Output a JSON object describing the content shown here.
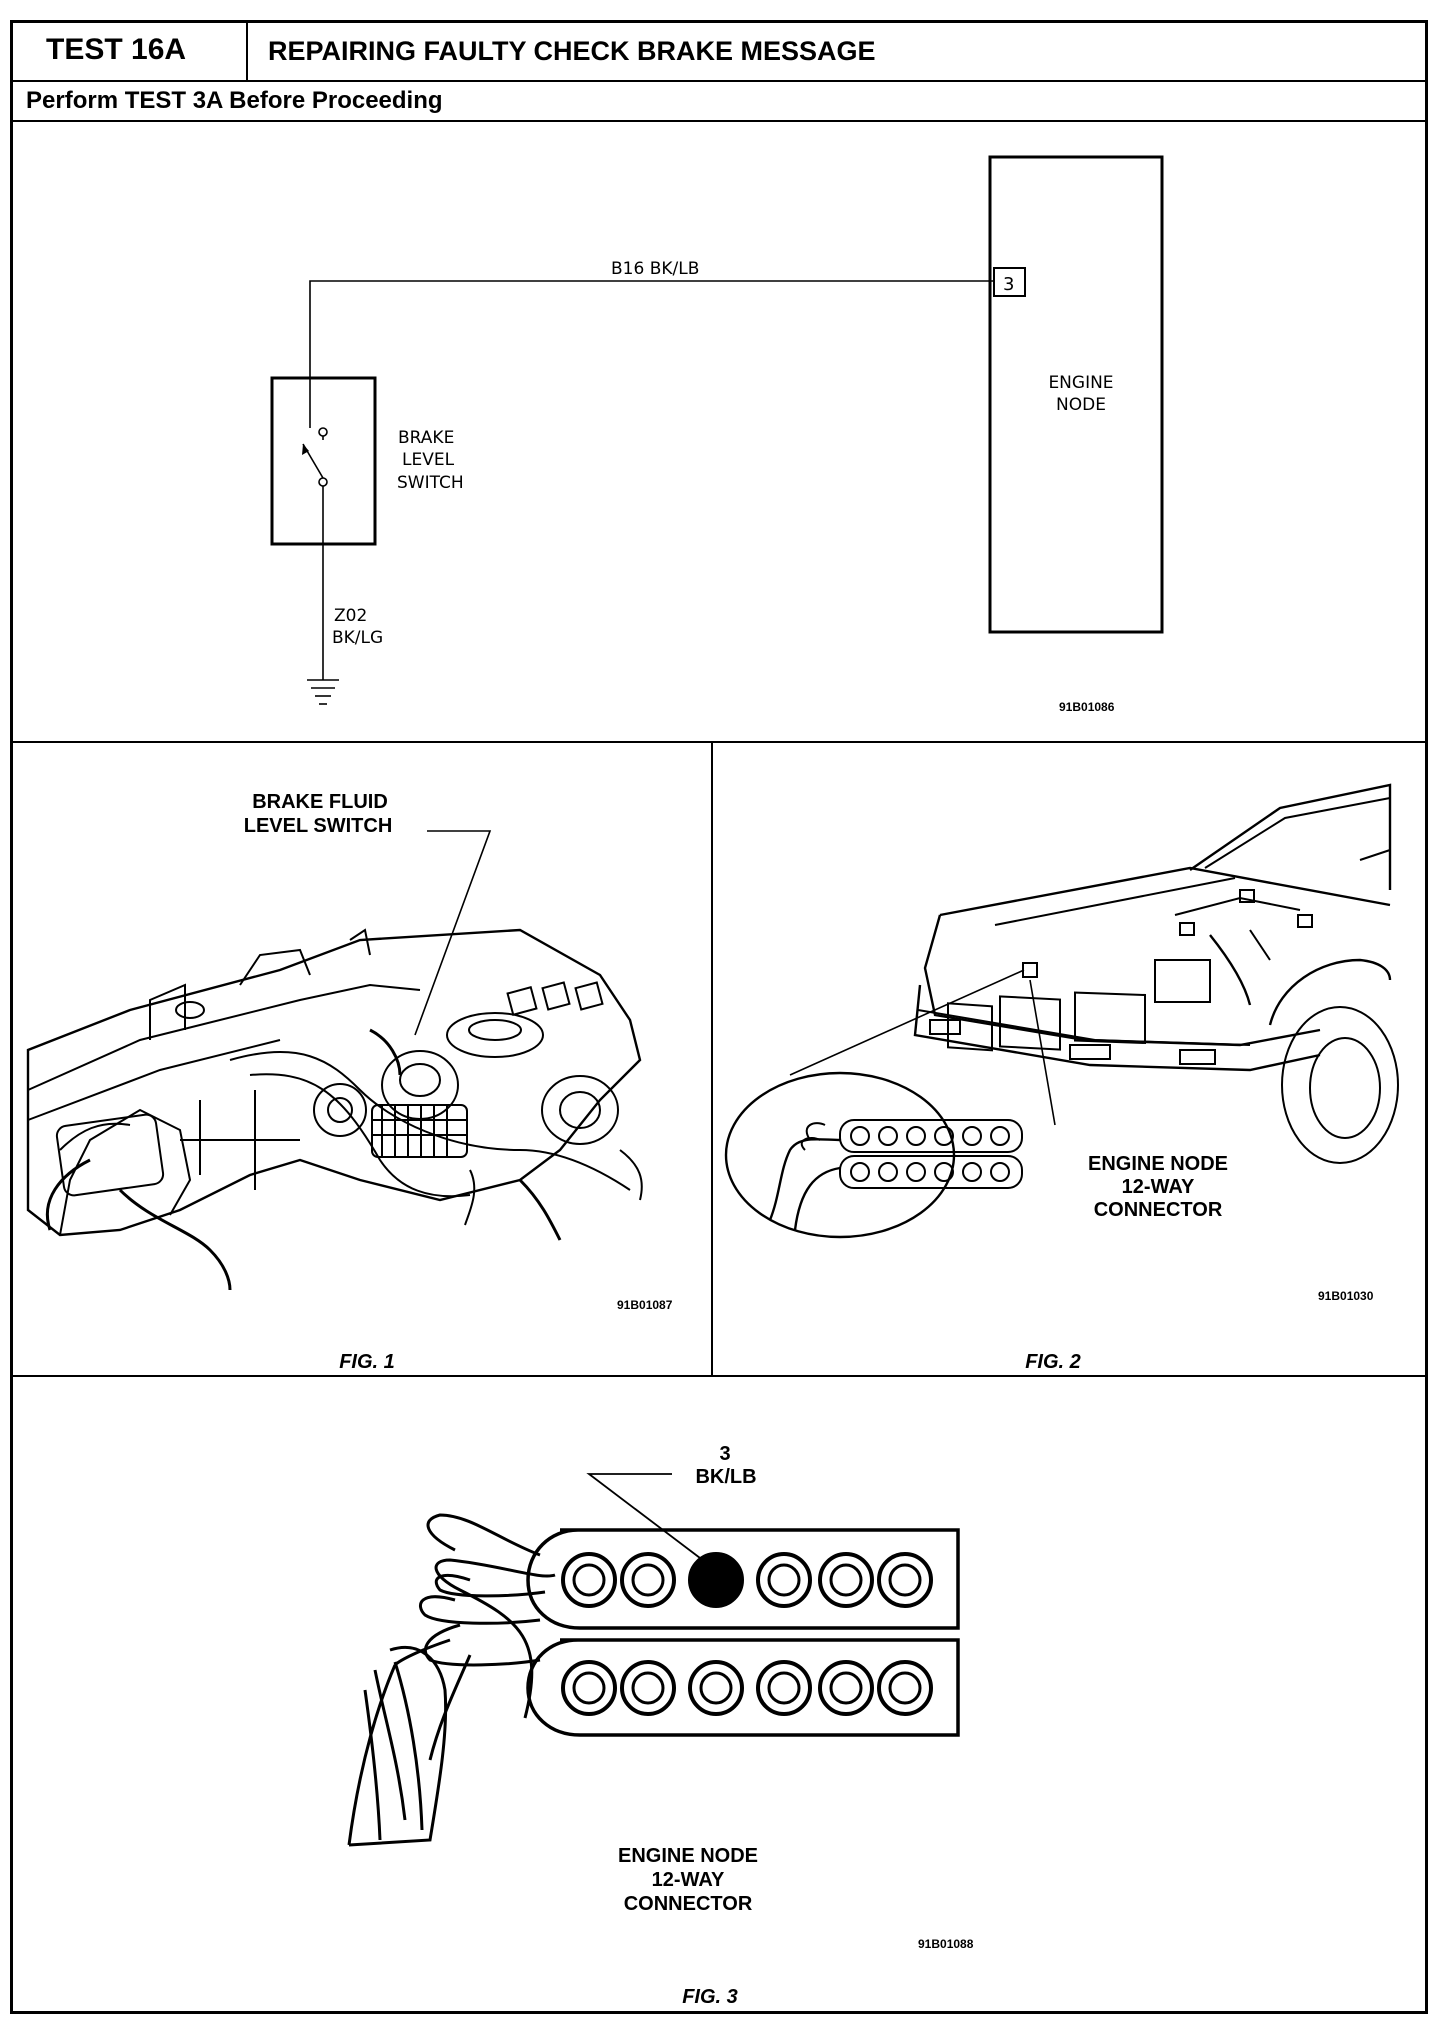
{
  "header": {
    "test_id": "TEST 16A",
    "title": "REPAIRING FAULTY CHECK BRAKE MESSAGE",
    "subtitle": "Perform TEST 3A Before Proceeding"
  },
  "schematic": {
    "wire_top": "B16 BK/LB",
    "pin": "3",
    "node_line1": "ENGINE",
    "node_line2": "NODE",
    "switch_line1": "BRAKE",
    "switch_line2": "LEVEL",
    "switch_line3": "SWITCH",
    "wire_bottom_line1": "Z02",
    "wire_bottom_line2": "BK/LG",
    "ref": "91B01086"
  },
  "fig1": {
    "label_line1": "BRAKE FLUID",
    "label_line2": "LEVEL  SWITCH",
    "ref": "91B01087",
    "caption": "FIG. 1"
  },
  "fig2": {
    "label_line1": "ENGINE NODE",
    "label_line2": "12-WAY",
    "label_line3": "CONNECTOR",
    "ref": "91B01030",
    "caption": "FIG. 2"
  },
  "fig3": {
    "pin_num": "3",
    "pin_color": "BK/LB",
    "label_line1": "ENGINE NODE",
    "label_line2": "12-WAY",
    "label_line3": "CONNECTOR",
    "ref": "91B01088",
    "caption": "FIG. 3"
  }
}
